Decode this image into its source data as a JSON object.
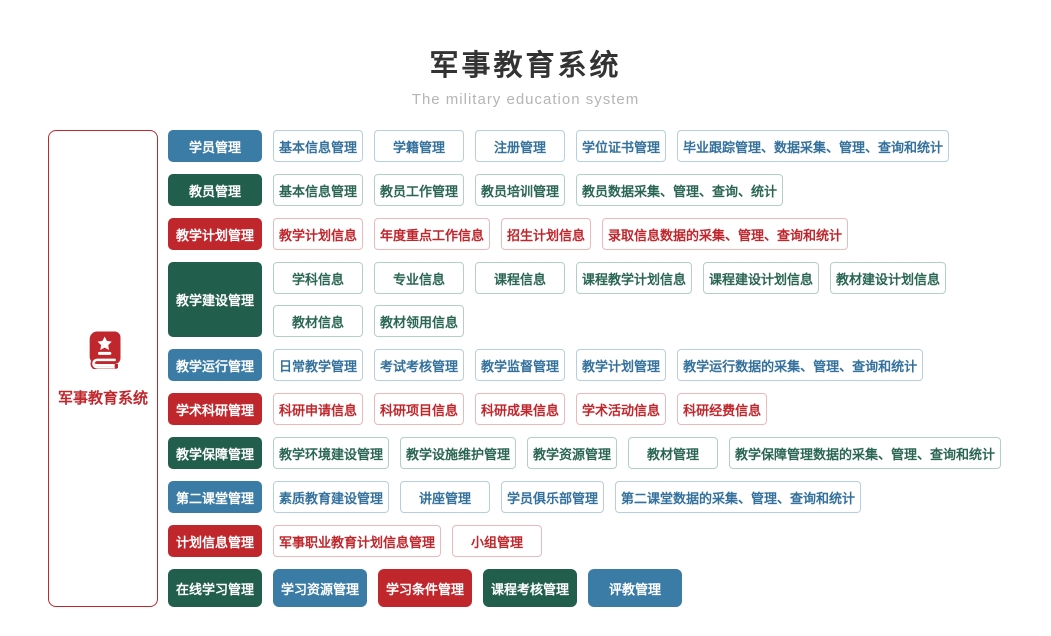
{
  "header": {
    "title": "军事教育系统",
    "subtitle": "The military education system"
  },
  "root": {
    "label": "军事教育系统",
    "icon": "book-star-icon",
    "color": "#c0272d"
  },
  "colors": {
    "blue": "#3a7ca6",
    "green": "#215e4c",
    "red": "#c0272d"
  },
  "rows": [
    {
      "id": "student-management",
      "category": {
        "label": "学员管理",
        "color": "blue",
        "style": "solid"
      },
      "items": [
        {
          "label": "基本信息管理",
          "color": "blue",
          "style": "outline"
        },
        {
          "label": "学籍管理",
          "color": "blue",
          "style": "outline"
        },
        {
          "label": "注册管理",
          "color": "blue",
          "style": "outline"
        },
        {
          "label": "学位证书管理",
          "color": "blue",
          "style": "outline"
        },
        {
          "label": "毕业跟踪管理、数据采集、管理、查询和统计",
          "color": "blue",
          "style": "outline"
        }
      ]
    },
    {
      "id": "teacher-management",
      "category": {
        "label": "教员管理",
        "color": "green",
        "style": "solid"
      },
      "items": [
        {
          "label": "基本信息管理",
          "color": "green",
          "style": "outline"
        },
        {
          "label": "教员工作管理",
          "color": "green",
          "style": "outline"
        },
        {
          "label": "教员培训管理",
          "color": "green",
          "style": "outline"
        },
        {
          "label": "教员数据采集、管理、查询、统计",
          "color": "green",
          "style": "outline"
        }
      ]
    },
    {
      "id": "teaching-plan-management",
      "category": {
        "label": "教学计划管理",
        "color": "red",
        "style": "solid"
      },
      "items": [
        {
          "label": "教学计划信息",
          "color": "red",
          "style": "outline"
        },
        {
          "label": "年度重点工作信息",
          "color": "red",
          "style": "outline"
        },
        {
          "label": "招生计划信息",
          "color": "red",
          "style": "outline"
        },
        {
          "label": "录取信息数据的采集、管理、查询和统计",
          "color": "red",
          "style": "outline"
        }
      ]
    },
    {
      "id": "teaching-construction-management",
      "category": {
        "label": "教学建设管理",
        "color": "green",
        "style": "solid"
      },
      "lines": [
        [
          {
            "label": "学科信息",
            "color": "green",
            "style": "outline"
          },
          {
            "label": "专业信息",
            "color": "green",
            "style": "outline"
          },
          {
            "label": "课程信息",
            "color": "green",
            "style": "outline"
          },
          {
            "label": "课程教学计划信息",
            "color": "green",
            "style": "outline"
          },
          {
            "label": "课程建设计划信息",
            "color": "green",
            "style": "outline"
          },
          {
            "label": "教材建设计划信息",
            "color": "green",
            "style": "outline"
          }
        ],
        [
          {
            "label": "教材信息",
            "color": "green",
            "style": "outline"
          },
          {
            "label": "教材领用信息",
            "color": "green",
            "style": "outline"
          }
        ]
      ]
    },
    {
      "id": "teaching-operation-management",
      "category": {
        "label": "教学运行管理",
        "color": "blue",
        "style": "solid"
      },
      "items": [
        {
          "label": "日常教学管理",
          "color": "blue",
          "style": "outline"
        },
        {
          "label": "考试考核管理",
          "color": "blue",
          "style": "outline"
        },
        {
          "label": "教学监督管理",
          "color": "blue",
          "style": "outline"
        },
        {
          "label": "教学计划管理",
          "color": "blue",
          "style": "outline"
        },
        {
          "label": "教学运行数据的采集、管理、查询和统计",
          "color": "blue",
          "style": "outline"
        }
      ]
    },
    {
      "id": "academic-research-management",
      "category": {
        "label": "学术科研管理",
        "color": "red",
        "style": "solid"
      },
      "items": [
        {
          "label": "科研申请信息",
          "color": "red",
          "style": "outline"
        },
        {
          "label": "科研项目信息",
          "color": "red",
          "style": "outline"
        },
        {
          "label": "科研成果信息",
          "color": "red",
          "style": "outline"
        },
        {
          "label": "学术活动信息",
          "color": "red",
          "style": "outline"
        },
        {
          "label": "科研经费信息",
          "color": "red",
          "style": "outline"
        }
      ]
    },
    {
      "id": "teaching-support-management",
      "category": {
        "label": "教学保障管理",
        "color": "green",
        "style": "solid"
      },
      "items": [
        {
          "label": "教学环境建设管理",
          "color": "green",
          "style": "outline"
        },
        {
          "label": "教学设施维护管理",
          "color": "green",
          "style": "outline"
        },
        {
          "label": "教学资源管理",
          "color": "green",
          "style": "outline"
        },
        {
          "label": "教材管理",
          "color": "green",
          "style": "outline"
        },
        {
          "label": "教学保障管理数据的采集、管理、查询和统计",
          "color": "green",
          "style": "outline"
        }
      ]
    },
    {
      "id": "second-classroom-management",
      "category": {
        "label": "第二课堂管理",
        "color": "blue",
        "style": "solid"
      },
      "items": [
        {
          "label": "素质教育建设管理",
          "color": "blue",
          "style": "outline"
        },
        {
          "label": "讲座管理",
          "color": "blue",
          "style": "outline"
        },
        {
          "label": "学员俱乐部管理",
          "color": "blue",
          "style": "outline"
        },
        {
          "label": "第二课堂数据的采集、管理、查询和统计",
          "color": "blue",
          "style": "outline"
        }
      ]
    },
    {
      "id": "plan-info-management",
      "category": {
        "label": "计划信息管理",
        "color": "red",
        "style": "solid"
      },
      "items": [
        {
          "label": "军事职业教育计划信息管理",
          "color": "red",
          "style": "outline"
        },
        {
          "label": "小组管理",
          "color": "red",
          "style": "outline"
        }
      ]
    },
    {
      "id": "online-learning-management",
      "size": "lg",
      "category": {
        "label": "在线学习管理",
        "color": "green",
        "style": "solid"
      },
      "items": [
        {
          "label": "学习资源管理",
          "color": "blue",
          "style": "solid"
        },
        {
          "label": "学习条件管理",
          "color": "red",
          "style": "solid"
        },
        {
          "label": "课程考核管理",
          "color": "green",
          "style": "solid"
        },
        {
          "label": "评教管理",
          "color": "blue",
          "style": "solid"
        }
      ]
    }
  ]
}
